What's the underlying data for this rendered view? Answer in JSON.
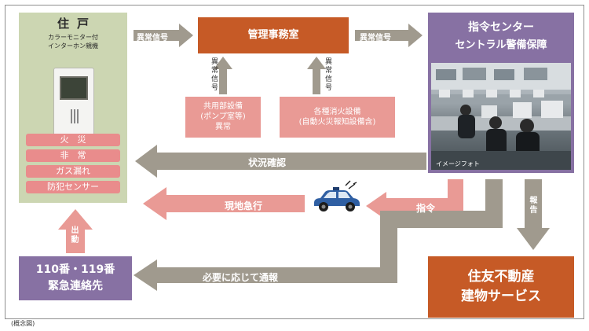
{
  "house": {
    "title": "住戸",
    "subtitle_1": "カラーモニター付",
    "subtitle_2": "インターホン親機",
    "alarms": [
      "火　災",
      "非　常",
      "ガス漏れ",
      "防犯センサー"
    ]
  },
  "office": {
    "label": "管理事務室"
  },
  "common_facility": {
    "line1": "共用部設備",
    "line2": "(ポンプ室等)",
    "line3": "異常"
  },
  "fire_facility": {
    "line1": "各種消火設備",
    "line2": "(自動火災報知設備含)"
  },
  "center": {
    "title_1": "指令センター",
    "title_2": "セントラル警備保障",
    "photo_caption": "イメージフォト"
  },
  "emergency": {
    "line1": "110番・119番",
    "line2": "緊急連絡先"
  },
  "sumitomo": {
    "line1": "住友不動産",
    "line2": "建物サービス"
  },
  "flows": {
    "abnormal_signal_1": "異常信号",
    "abnormal_signal_2": "異常信号",
    "abnormal_signal_v1": "異常信号",
    "abnormal_signal_v2": "異常信号",
    "status_check": "状況確認",
    "dispatch_on_site": "現地急行",
    "command": "指令",
    "report": "報告",
    "deploy": "出動",
    "contact_as_needed": "必要に応じて通報"
  },
  "caption": "(概念図)",
  "colors": {
    "house_bg": "#ccd6b2",
    "orange": "#c65a26",
    "purple": "#8771a3",
    "pink": "#e99a95",
    "gray_arrow": "#a09a8e",
    "car_blue": "#2f5fa3"
  }
}
